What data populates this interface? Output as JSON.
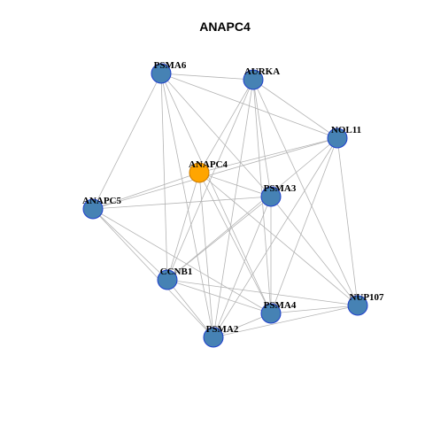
{
  "title": "ANAPC4",
  "colors": {
    "node_fill": "#4682B4",
    "node_stroke": "#1E3FCC",
    "center_fill": "#FFA500",
    "center_stroke": "#CC7A00",
    "edge": "#b3b3b3"
  },
  "nodes": [
    {
      "id": "PSMA6",
      "label": "PSMA6"
    },
    {
      "id": "AURKA",
      "label": "AURKA"
    },
    {
      "id": "NOL11",
      "label": "NOL11"
    },
    {
      "id": "ANAPC4",
      "label": "ANAPC4",
      "center": true
    },
    {
      "id": "PSMA3",
      "label": "PSMA3"
    },
    {
      "id": "ANAPC5",
      "label": "ANAPC5"
    },
    {
      "id": "CCNB1",
      "label": "CCNB1"
    },
    {
      "id": "NUP107",
      "label": "NUP107"
    },
    {
      "id": "PSMA4",
      "label": "PSMA4"
    },
    {
      "id": "PSMA2",
      "label": "PSMA2"
    }
  ],
  "edges": [
    [
      "PSMA6",
      "AURKA"
    ],
    [
      "PSMA6",
      "NOL11"
    ],
    [
      "PSMA6",
      "ANAPC5"
    ],
    [
      "PSMA6",
      "PSMA3"
    ],
    [
      "PSMA6",
      "CCNB1"
    ],
    [
      "PSMA6",
      "PSMA4"
    ],
    [
      "PSMA6",
      "PSMA2"
    ],
    [
      "AURKA",
      "NOL11"
    ],
    [
      "AURKA",
      "ANAPC4"
    ],
    [
      "AURKA",
      "PSMA3"
    ],
    [
      "AURKA",
      "CCNB1"
    ],
    [
      "AURKA",
      "NUP107"
    ],
    [
      "AURKA",
      "PSMA4"
    ],
    [
      "AURKA",
      "PSMA2"
    ],
    [
      "NOL11",
      "ANAPC4"
    ],
    [
      "NOL11",
      "ANAPC5"
    ],
    [
      "NOL11",
      "CCNB1"
    ],
    [
      "NOL11",
      "NUP107"
    ],
    [
      "NOL11",
      "PSMA4"
    ],
    [
      "NOL11",
      "PSMA2"
    ],
    [
      "ANAPC4",
      "ANAPC5"
    ],
    [
      "ANAPC4",
      "PSMA3"
    ],
    [
      "ANAPC4",
      "CCNB1"
    ],
    [
      "ANAPC4",
      "PSMA4"
    ],
    [
      "ANAPC4",
      "PSMA2"
    ],
    [
      "ANAPC4",
      "NUP107"
    ],
    [
      "PSMA3",
      "ANAPC5"
    ],
    [
      "PSMA3",
      "CCNB1"
    ],
    [
      "PSMA3",
      "NUP107"
    ],
    [
      "PSMA3",
      "PSMA4"
    ],
    [
      "PSMA3",
      "PSMA2"
    ],
    [
      "ANAPC5",
      "CCNB1"
    ],
    [
      "ANAPC5",
      "PSMA4"
    ],
    [
      "ANAPC5",
      "PSMA2"
    ],
    [
      "CCNB1",
      "NUP107"
    ],
    [
      "CCNB1",
      "PSMA4"
    ],
    [
      "CCNB1",
      "PSMA2"
    ],
    [
      "PSMA4",
      "NUP107"
    ],
    [
      "PSMA4",
      "PSMA2"
    ],
    [
      "PSMA2",
      "NUP107"
    ]
  ]
}
